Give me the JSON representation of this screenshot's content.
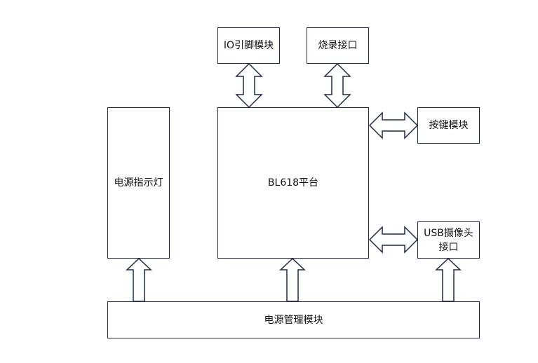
{
  "blocks": {
    "io_pin": "IO引脚模块",
    "burn_port": "烧录接口",
    "power_indicator": "电源指示灯",
    "platform": "BL618平台",
    "key_module": "按键模块",
    "usb_camera_line1": "USB摄像头",
    "usb_camera_line2": "接口",
    "power_management": "电源管理模块"
  },
  "colors": {
    "stroke": "#1f2a44",
    "fill": "#ffffff",
    "text": "#111111"
  }
}
